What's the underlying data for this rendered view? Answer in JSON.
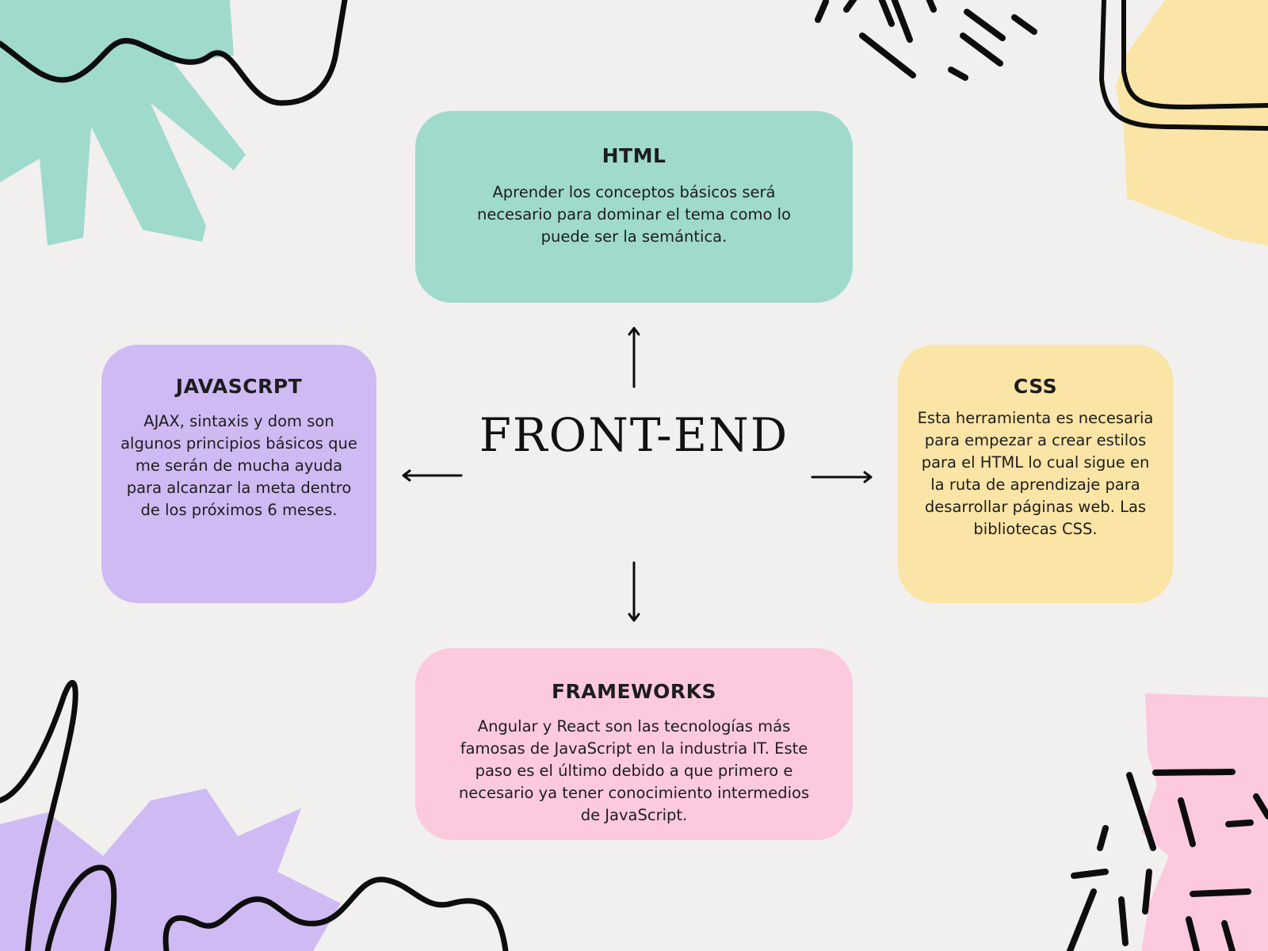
{
  "colors": {
    "background": "#f1f0ee",
    "html_card": "#9fdacd",
    "javascript_card": "#cfbaf3",
    "css_card": "#fae4a6",
    "frameworks_card": "#fcc9df",
    "ink": "#111111"
  },
  "center": {
    "title": "FRONT-END"
  },
  "cards": {
    "html": {
      "title": "HTML",
      "body": "Aprender los conceptos básicos será necesario para dominar el tema como lo puede ser la semántica."
    },
    "javascript": {
      "title": "JAVASCRPT",
      "body": "AJAX, sintaxis y dom son algunos principios básicos que me serán de mucha ayuda para alcanzar la meta dentro de los próximos 6 meses."
    },
    "css": {
      "title": "CSS",
      "body": "Esta herramienta es necesaria para empezar a crear estilos para el HTML lo cual sigue en la ruta de aprendizaje para desarrollar páginas web. Las bibliotecas CSS."
    },
    "frameworks": {
      "title": "FRAMEWORKS",
      "body": "Angular y React son las tecnologías más famosas de JavaScript en la industria IT. Este paso es el último debido a que primero e necesario ya tener conocimiento intermedios de JavaScript."
    }
  }
}
